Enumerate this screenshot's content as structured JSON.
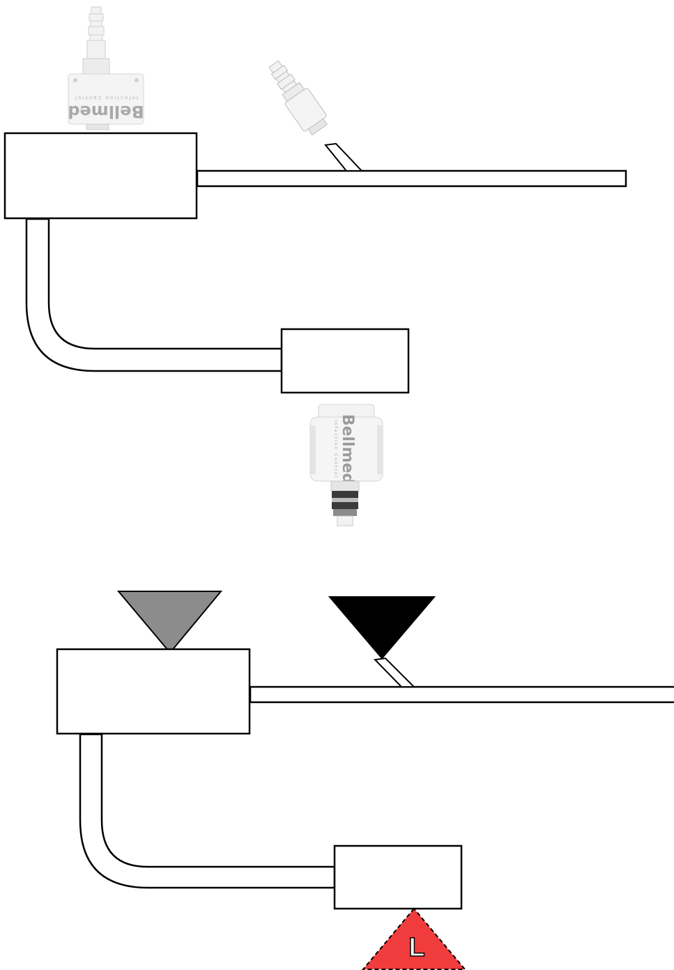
{
  "brand": {
    "name": "Bellmed",
    "tagline": "Infection Control"
  },
  "marker": {
    "letter": "L"
  },
  "colors": {
    "outline": "#000000",
    "fill": "#ffffff",
    "marker_gray": "#8c8c8c",
    "marker_black": "#000000",
    "marker_red": "#f03c3c",
    "connector_body": "#f2f2f2",
    "connector_shade": "#d9d9d9",
    "connector_text": "#a0a0a0",
    "connector_dark": "#3a3a3a"
  },
  "icons": {
    "top_left_connector": "hose-barb-connector-icon",
    "top_right_connector": "angled-hose-barb-connector-icon",
    "middle_connector": "female-coupling-connector-icon",
    "gray_marker": "gray-down-triangle-icon",
    "black_marker": "black-down-triangle-icon",
    "red_marker": "red-up-triangle-icon"
  }
}
